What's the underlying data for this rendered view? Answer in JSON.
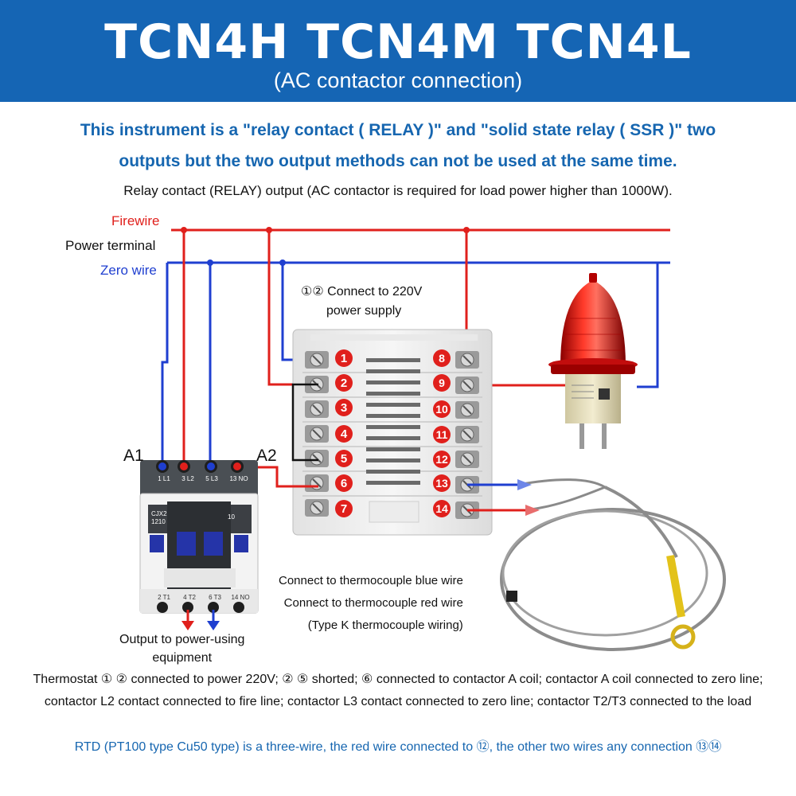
{
  "header": {
    "title": "TCN4H TCN4M TCN4L",
    "subtitle": "(AC contactor connection)"
  },
  "intro": {
    "line1": "This instrument is a \"relay contact ( RELAY )\" and \"solid state relay ( SSR )\" two",
    "line2": "outputs but the two output methods can not be used at the same time.",
    "line3": "Relay contact (RELAY) output (AC contactor is required for load power higher than 1000W)."
  },
  "power": {
    "firewire": "Firewire",
    "terminal": "Power terminal",
    "zero": "Zero wire"
  },
  "connect": {
    "line1": "①② Connect to 220V",
    "line2": "power supply"
  },
  "terminals": {
    "left": [
      "1",
      "2",
      "3",
      "4",
      "5",
      "6",
      "7"
    ],
    "right": [
      "8",
      "9",
      "10",
      "11",
      "12",
      "13",
      "14"
    ]
  },
  "contactor": {
    "a1": "A1",
    "a2": "A2",
    "model_top": "CJX2",
    "model_num": "1210",
    "rating": "10",
    "top_labels": [
      "1 L1",
      "3 L2",
      "5 L3",
      "13 NO"
    ],
    "bottom_labels": [
      "2 T1",
      "4 T2",
      "6 T3",
      "14 NO"
    ],
    "output_line1": "Output to power-using",
    "output_line2": "equipment"
  },
  "thermocouple": {
    "blue": "Connect to thermocouple blue wire",
    "red": "Connect to thermocouple red wire",
    "type": "(Type K thermocouple wiring)"
  },
  "footer": {
    "note1": "Thermostat ① ② connected to power 220V; ② ⑤ shorted; ⑥ connected to contactor A coil; contactor A coil connected to zero line; contactor L2 contact connected to fire line; contactor L3 contact connected to zero line; contactor T2/T3 connected to the load",
    "note2": "RTD (PT100 type Cu50 type) is a three-wire, the red wire connected to ⑫, the other two wires any connection ⑬⑭"
  },
  "colors": {
    "banner": "#1565b4",
    "fire": "#e0201c",
    "zero": "#1f3fd0",
    "accent_text": "#1666b0"
  }
}
